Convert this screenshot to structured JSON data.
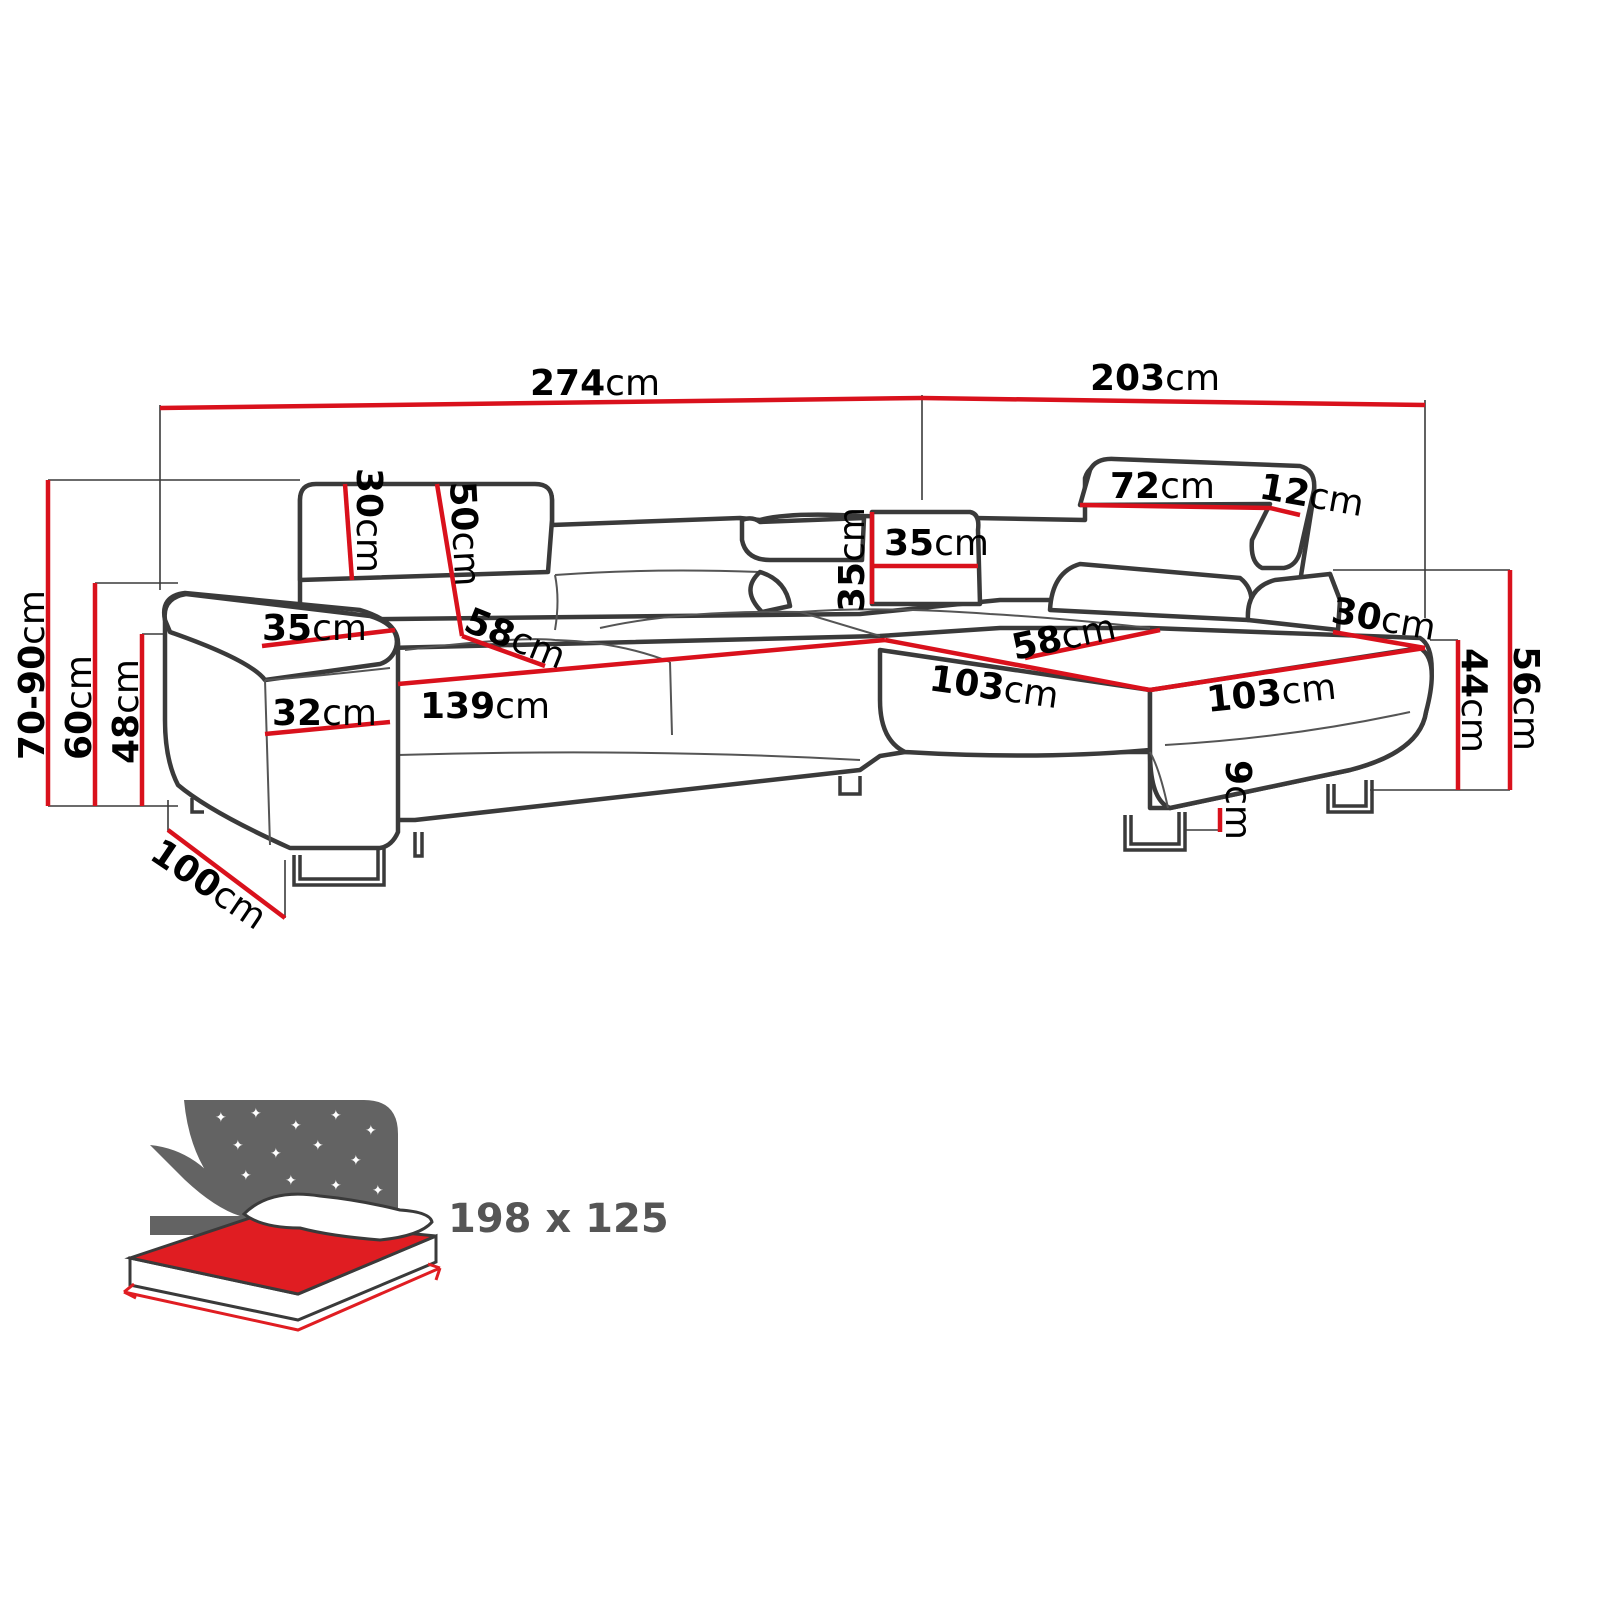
{
  "colors": {
    "dimension_line": "#d9111c",
    "outline": "#3a3a3a",
    "bed_panel": "#636363",
    "bed_surface": "#e01d22",
    "label_gray": "#555555"
  },
  "dimensions": {
    "total_width": {
      "value": "274",
      "unit": "cm"
    },
    "chaise_depth": {
      "value": "203",
      "unit": "cm"
    },
    "total_height": {
      "value": "70-90",
      "unit": "cm"
    },
    "back_height": {
      "value": "60",
      "unit": "cm"
    },
    "armrest_height": {
      "value": "48",
      "unit": "cm"
    },
    "headrest_height": {
      "value": "30",
      "unit": "cm"
    },
    "backrest_height": {
      "value": "50",
      "unit": "cm"
    },
    "armrest_top": {
      "value": "35",
      "unit": "cm"
    },
    "armrest_width": {
      "value": "32",
      "unit": "cm"
    },
    "seat_depth_left": {
      "value": "58",
      "unit": "cm"
    },
    "seat_width_left": {
      "value": "139",
      "unit": "cm"
    },
    "pillow_height": {
      "value": "35",
      "unit": "cm"
    },
    "pillow_width": {
      "value": "35",
      "unit": "cm"
    },
    "headrest_width": {
      "value": "72",
      "unit": "cm"
    },
    "headrest_depth": {
      "value": "12",
      "unit": "cm"
    },
    "seat_depth_right": {
      "value": "58",
      "unit": "cm"
    },
    "chaise_inner": {
      "value": "103",
      "unit": "cm"
    },
    "chaise_front": {
      "value": "103",
      "unit": "cm"
    },
    "chaise_arm": {
      "value": "30",
      "unit": "cm"
    },
    "seat_height": {
      "value": "44",
      "unit": "cm"
    },
    "chaise_height": {
      "value": "56",
      "unit": "cm"
    },
    "leg_height": {
      "value": "9",
      "unit": "cm"
    },
    "depth": {
      "value": "100",
      "unit": "cm"
    }
  },
  "bed": {
    "size": "198 x 125"
  }
}
